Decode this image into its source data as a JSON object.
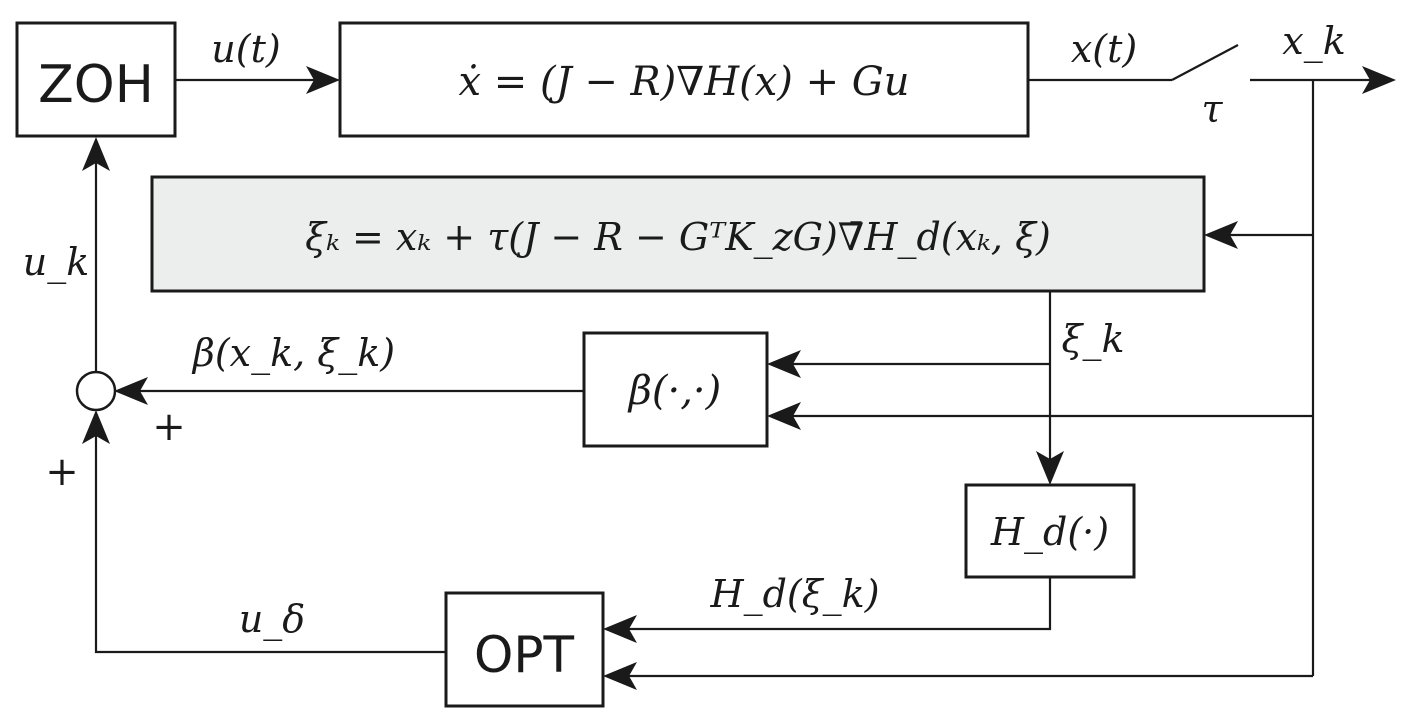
{
  "blocks": {
    "zoh": "ZOH",
    "plant": "ẋ = (J − R)∇H(x) + Gu",
    "observer": "ξₖ = xₖ + τ(J − R − GᵀK_zG)∇̄H_d(xₖ, ξ)",
    "beta": "β(·,·)",
    "hd": "H_d(·)",
    "opt": "OPT"
  },
  "signals": {
    "u_t": "u(t)",
    "x_t": "x(t)",
    "x_k": "x_k",
    "tau": "τ",
    "u_k": "u_k",
    "xi_k": "ξ_k",
    "beta_out": "β(x_k, ξ_k)",
    "hd_xi": "H_d(ξ_k)",
    "u_delta": "u_δ"
  },
  "summing_junction": {
    "plus_top": "+",
    "plus_bottom": "+"
  }
}
